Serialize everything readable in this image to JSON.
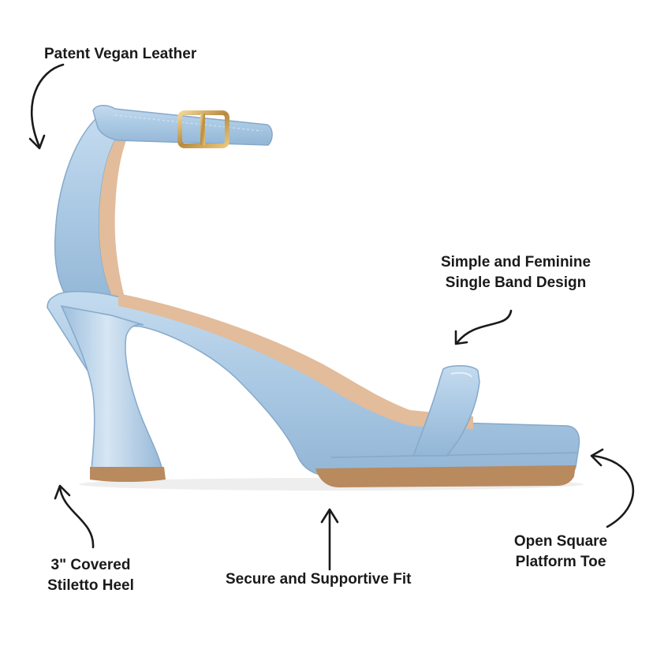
{
  "callouts": {
    "material": "Patent Vegan Leather",
    "band_line1": "Simple and Feminine",
    "band_line2": "Single Band Design",
    "heel_line1": "3\" Covered",
    "heel_line2": "Stiletto Heel",
    "fit": "Secure and Supportive Fit",
    "toe_line1": "Open Square",
    "toe_line2": "Platform Toe"
  },
  "colors": {
    "shoe_blue": "#a9c8e3",
    "shoe_blue_light": "#cfe1f1",
    "shoe_blue_dark": "#8fb2d2",
    "sole_tan": "#b88a5e",
    "insole_tan": "#e2bc9b",
    "buckle_gold": "#c9a15a",
    "text": "#1a1a1a"
  }
}
